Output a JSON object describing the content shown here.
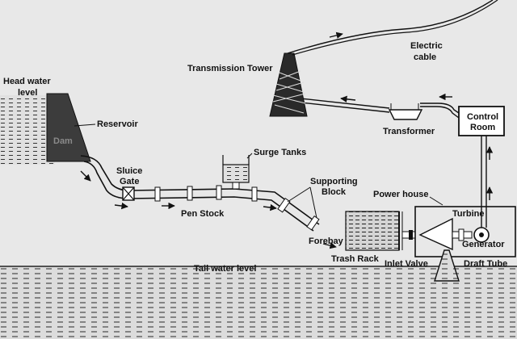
{
  "labels": {
    "head_water_line1": "Head water",
    "head_water_line2": "level",
    "reservoir": "Reservoir",
    "dam": "Dam",
    "sluice_line1": "Sluice",
    "sluice_line2": "Gate",
    "pen_stock": "Pen Stock",
    "surge_tanks": "Surge Tanks",
    "supporting_line1": "Supporting",
    "supporting_line2": "Block",
    "forebay": "Forebay",
    "trash_rack": "Trash Rack",
    "inlet_valve": "Inlet Valve",
    "power_house": "Power house",
    "turbine": "Turbine",
    "generator": "Generator",
    "draft_tube": "Draft Tube",
    "control_line1": "Control",
    "control_line2": "Room",
    "transformer": "Transformer",
    "transmission_tower": "Transmission Tower",
    "electric_line1": "Electric",
    "electric_line2": "cable",
    "tail_water": "Tail water level"
  },
  "colors": {
    "ink": "#111111",
    "paper": "#e8e8e8",
    "water_dash": "#3a3a3a"
  }
}
